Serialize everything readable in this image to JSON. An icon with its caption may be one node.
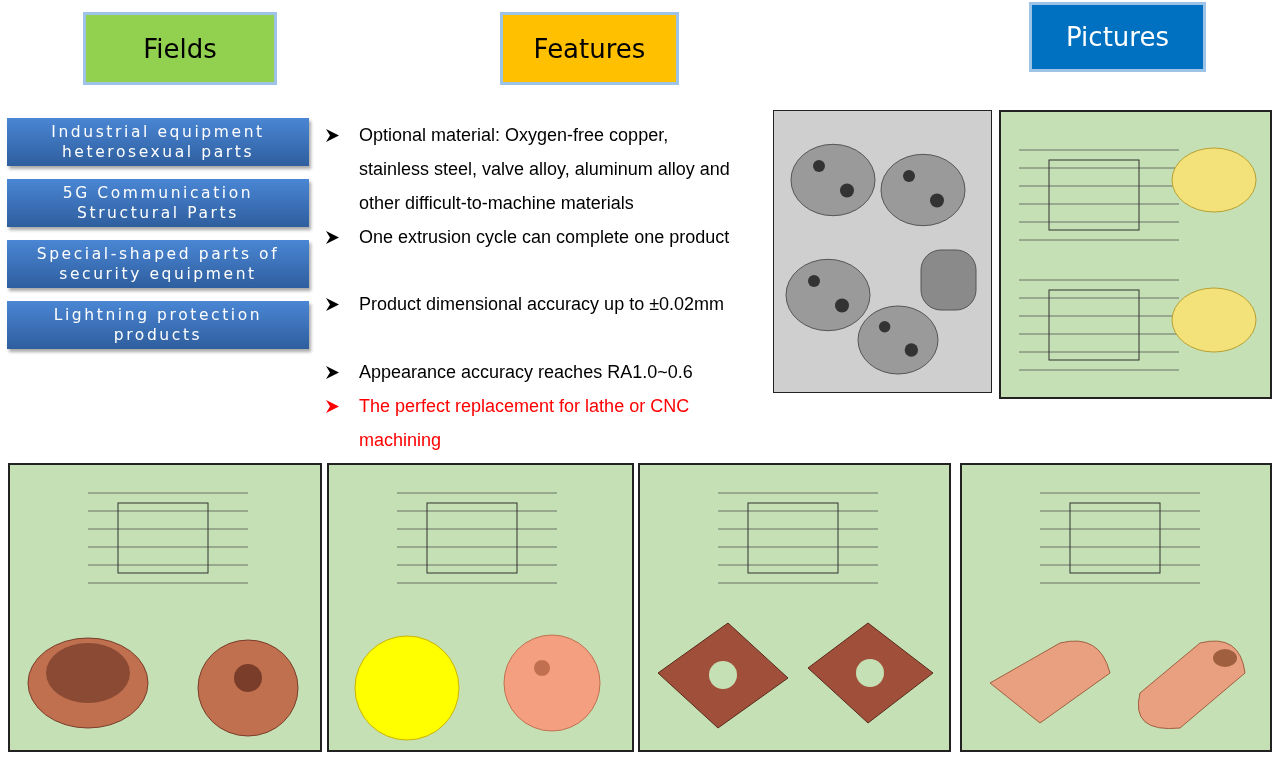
{
  "diagram": {
    "nodes": [
      {
        "text": [
          "Fields"
        ]
      },
      {
        "text": [
          "Features"
        ]
      },
      {
        "text": [
          "Pictures"
        ]
      },
      {
        "text": [
          "Industrial equipment heterosexual parts"
        ]
      },
      {
        "text": [
          "5G Communication Structural Parts"
        ]
      },
      {
        "text": [
          "Special-shaped parts of security equipment"
        ]
      },
      {
        "text": [
          "Lightning protection products"
        ]
      }
    ],
    "edges": [],
    "labels": [
      "Optional material: Oxygen-free copper, stainless steel, valve alloy, aluminum alloy and other difficult-to-machine materials",
      "One extrusion cycle can complete one product",
      "Product dimensional accuracy up to ±0.02mm",
      "Appearance accuracy reaches RA1.0~0.6",
      "The perfect replacement for lathe or CNC machining"
    ]
  }
}
